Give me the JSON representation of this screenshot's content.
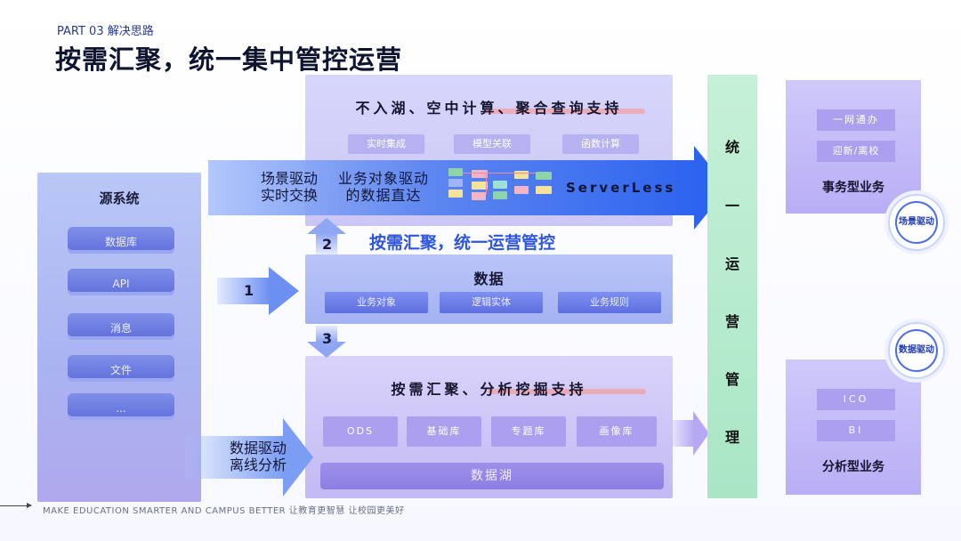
{
  "header": {
    "part": "PART 03 解决思路",
    "title": "按需汇聚，统一集中管控运营"
  },
  "source": {
    "title": "源系统",
    "items": [
      "数据库",
      "API",
      "消息",
      "文件",
      "..."
    ]
  },
  "top_panel": {
    "title": "不入湖、空中计算、聚合查询支持",
    "chips": [
      "实时集成",
      "模型关联",
      "函数计算"
    ]
  },
  "big_arrow": {
    "left_lines": [
      "场景驱动",
      "实时交换"
    ],
    "mid_lines": [
      "业务对象驱动",
      "的数据直达"
    ],
    "serverless": "ServerLess"
  },
  "center_caption": "按需汇聚，统一运营管控",
  "mid_panel": {
    "title": "数据",
    "chips": [
      "业务对象",
      "逻辑实体",
      "业务规则"
    ]
  },
  "bottom_panel": {
    "title": "按需汇聚、分析挖掘支持",
    "chips": [
      "ODS",
      "基础库",
      "专题库",
      "画像库"
    ],
    "lake": "数据湖"
  },
  "arrows": {
    "one": "1",
    "two": "2",
    "three": "3"
  },
  "offline": [
    "数据驱动",
    "离线分析"
  ],
  "ops_column": [
    "统",
    "一",
    "运",
    "营",
    "管",
    "理"
  ],
  "right_top": {
    "chips": [
      "一网通办",
      "迎新/离校"
    ],
    "title": "事务型业务",
    "badge": "场景驱动"
  },
  "right_bottom": {
    "chips": [
      "ICO",
      "BI"
    ],
    "title": "分析型业务",
    "badge": "数据驱动"
  },
  "footer": "MAKE EDUCATION SMARTER AND CAMPUS BETTER   让教育更智慧  让校园更美好",
  "colors": {
    "accent": "#2c63ef",
    "ops": "#b4ebcf",
    "panel": "#cfc9fb"
  }
}
